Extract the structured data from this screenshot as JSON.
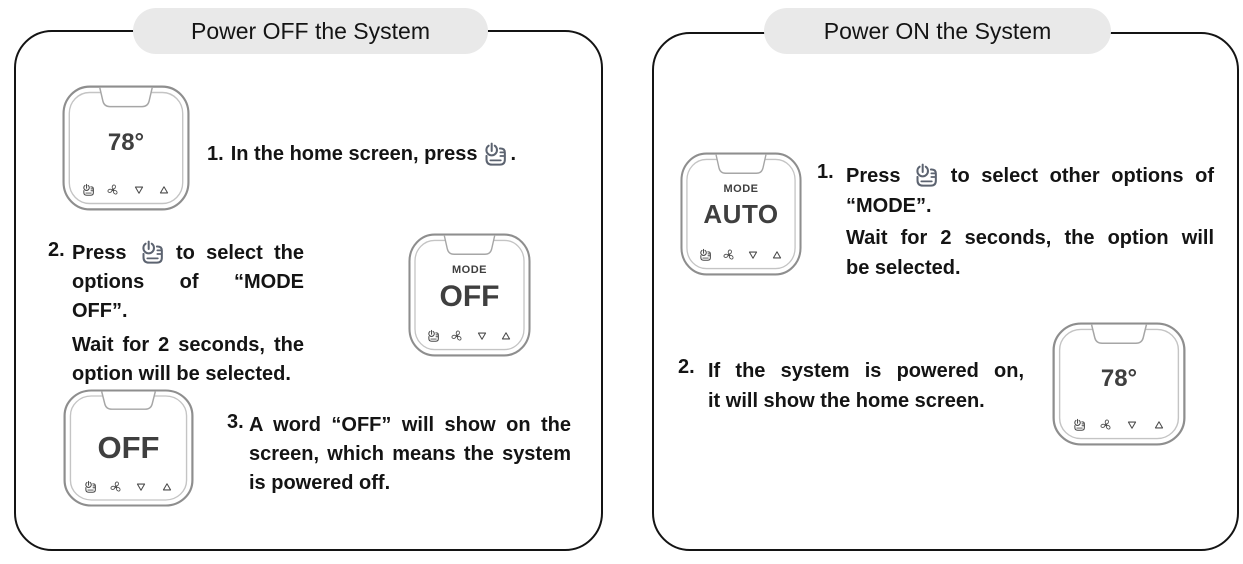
{
  "off_panel": {
    "title": "Power OFF the System",
    "step1": {
      "num": "1.",
      "before_icon": "In the home screen, press",
      "after_icon": "."
    },
    "step2": {
      "num": "2.",
      "l1_before": "Press",
      "l1_after": "to select the",
      "l2": "options of “MODE OFF”.",
      "l3": "Wait for 2 seconds, the",
      "l4": "option will be selected."
    },
    "step3": {
      "num": "3.",
      "l1": "A word “OFF” will show on the",
      "l2": "screen, which means the system",
      "l3": "is powered off."
    },
    "thermo_home": {
      "value": "78°"
    },
    "thermo_mode": {
      "label": "MODE",
      "value": "OFF"
    },
    "thermo_off": {
      "value": "OFF"
    }
  },
  "on_panel": {
    "title": "Power ON the System",
    "step1": {
      "num": "1.",
      "l1_before": "Press",
      "l1_after": "to select other options of",
      "l2": "“MODE”.",
      "l3": "Wait for 2 seconds, the option will",
      "l4": "be selected."
    },
    "step2": {
      "num": "2.",
      "l1": "If the system is powered on,",
      "l2": "it will show the home screen."
    },
    "thermo_mode": {
      "label": "MODE",
      "value": "AUTO"
    },
    "thermo_home": {
      "value": "78°"
    }
  },
  "icons": {
    "press": "power-options-icon",
    "thermostat_keys": [
      "power-options-icon",
      "fan-icon",
      "down-arrow-icon",
      "up-arrow-icon"
    ]
  },
  "colors": {
    "panel_border": "#141414",
    "pill_bg": "#e9e9e9",
    "text": "#141414",
    "thermo_frame": "#8e8e8e",
    "thermo_text": "#3f3f3f",
    "icon_color": "#5c6370"
  }
}
